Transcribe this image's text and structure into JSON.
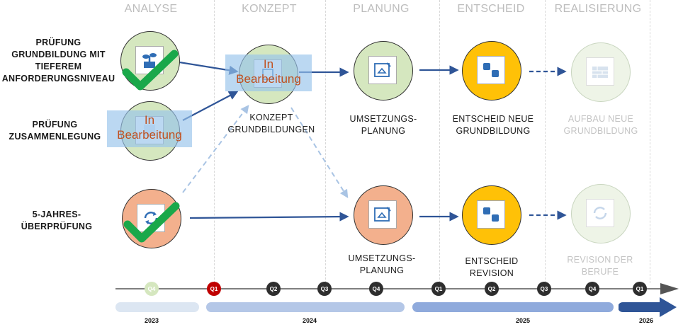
{
  "phases": [
    "ANALYSE",
    "KONZEPT",
    "PLANUNG",
    "ENTSCHEID",
    "REALISIERUNG"
  ],
  "row_labels": {
    "pruefung_tiefer": [
      "PRÜFUNG",
      "GRUNDBILDUNG MIT",
      "TIEFEREM",
      "ANFORDERUNGSNIVEAU"
    ],
    "pruefung_zusammen": [
      "PRÜFUNG",
      "ZUSAMMENLEGUNG"
    ],
    "fuenf_jahres": [
      "5-JAHRES-",
      "ÜBERPRÜFUNG"
    ]
  },
  "captions": {
    "konzept": [
      "KONZEPT",
      "GRUNDBILDUNGEN"
    ],
    "umsetzung_top": [
      "UMSETZUNGS-",
      "PLANUNG"
    ],
    "entscheid_top": [
      "ENTSCHEID NEUE",
      "GRUNDBILDUNG"
    ],
    "aufbau": [
      "AUFBAU NEUE",
      "GRUNDBILDUNG"
    ],
    "umsetzung_bottom": [
      "UMSETZUNGS-",
      "PLANUNG"
    ],
    "entscheid_bottom": [
      "ENTSCHEID",
      "REVISION"
    ],
    "revision": [
      "REVISION DER",
      "BERUFE"
    ]
  },
  "stickers": {
    "konzept": [
      "In",
      "Bearbeitung"
    ],
    "zusammen": [
      "In",
      "Bearbeitung"
    ]
  },
  "quarters": [
    "Q4",
    "Q1",
    "Q2",
    "Q3",
    "Q4",
    "Q1",
    "Q2",
    "Q3",
    "Q4",
    "Q1"
  ],
  "years": [
    "2023",
    "2024",
    "2025",
    "2026"
  ],
  "icons": {
    "pruefung_tiefer": "plant-icon",
    "pruefung_zusammen": "puzzle-icon",
    "fuenf_jahres": "refresh-icon",
    "konzept": "building-icon",
    "umsetzung": "blueprint-house-icon",
    "entscheid": "thumbs-up-down-icon",
    "aufbau": "brick-wall-icon",
    "revision": "refresh-icon"
  },
  "colors": {
    "green_circle": "#d5e7bf",
    "orange_circle": "#f3b08d",
    "yellow_circle": "#ffc107",
    "arrow_blue": "#2f5597",
    "checkmark": "#1aa84a",
    "q1_2024_highlight": "#c00000",
    "sticker_text": "#c0501f"
  }
}
